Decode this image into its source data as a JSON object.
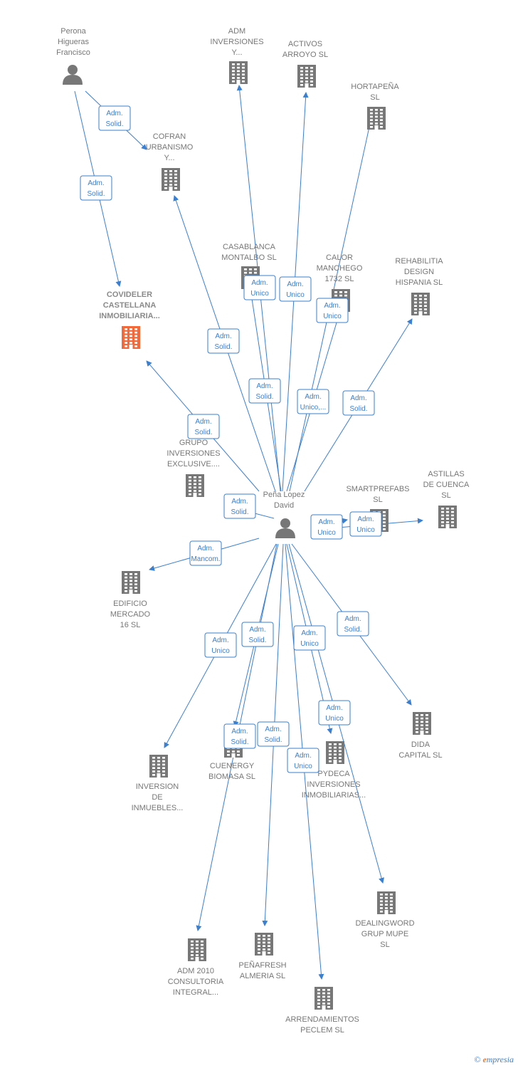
{
  "colors": {
    "edge": "#3a7fd0",
    "building": "#777777",
    "building_focus": "#f26a3c",
    "person": "#777777"
  },
  "nodes": [
    {
      "id": "perona",
      "kind": "person",
      "label": [
        "Perona",
        "Higueras",
        "Francisco"
      ]
    },
    {
      "id": "pena",
      "kind": "person",
      "label": [
        "Peña Lopez",
        "David"
      ]
    },
    {
      "id": "covideler",
      "kind": "company",
      "focus": true,
      "label": [
        "COVIDELER",
        "CASTELLANA",
        "INMOBILIARIA..."
      ]
    },
    {
      "id": "adm_inv",
      "kind": "company",
      "label": [
        "ADM",
        "INVERSIONES",
        "Y..."
      ]
    },
    {
      "id": "activos",
      "kind": "company",
      "label": [
        "ACTIVOS",
        "ARROYO  SL"
      ]
    },
    {
      "id": "hortapena",
      "kind": "company",
      "label": [
        "HORTAPEÑA",
        "SL"
      ]
    },
    {
      "id": "cofran",
      "kind": "company",
      "label": [
        "COFRAN",
        "URBANISMO",
        "Y..."
      ]
    },
    {
      "id": "casablanca",
      "kind": "company",
      "label": [
        "CASABLANCA",
        "MONTALBO  SL"
      ]
    },
    {
      "id": "calor",
      "kind": "company",
      "label": [
        "CALOR",
        "MANCHEGO",
        "1732  SL"
      ]
    },
    {
      "id": "rehab",
      "kind": "company",
      "label": [
        "REHABILITIA",
        "DESIGN",
        "HISPANIA  SL"
      ]
    },
    {
      "id": "grupo",
      "kind": "company",
      "label": [
        "GRUPO",
        "INVERSIONES",
        "EXCLUSIVE...."
      ]
    },
    {
      "id": "smart",
      "kind": "company",
      "label": [
        "SMARTPREFABS",
        "SL"
      ]
    },
    {
      "id": "astillas",
      "kind": "company",
      "label": [
        "ASTILLAS",
        "DE CUENCA",
        "SL"
      ]
    },
    {
      "id": "edificio",
      "kind": "company",
      "label": [
        "EDIFICIO",
        "MERCADO",
        "16  SL"
      ]
    },
    {
      "id": "dida",
      "kind": "company",
      "label": [
        "DIDA",
        "CAPITAL  SL"
      ]
    },
    {
      "id": "inversion",
      "kind": "company",
      "label": [
        "INVERSION",
        "DE",
        "INMUEBLES..."
      ]
    },
    {
      "id": "cuenergy",
      "kind": "company",
      "label": [
        "CUENERGY",
        "BIOMASA  SL"
      ]
    },
    {
      "id": "pydeca",
      "kind": "company",
      "label": [
        "PYDECA",
        "INVERSIONES",
        "INMOBILIARIAS..."
      ]
    },
    {
      "id": "dealing",
      "kind": "company",
      "label": [
        "DEALINGWORD",
        "GRUP MUPE",
        "SL"
      ]
    },
    {
      "id": "adm2010",
      "kind": "company",
      "label": [
        "ADM 2010",
        "CONSULTORIA",
        "INTEGRAL..."
      ]
    },
    {
      "id": "penafresh",
      "kind": "company",
      "label": [
        "PEÑAFRESH",
        "ALMERIA  SL"
      ]
    },
    {
      "id": "arrend",
      "kind": "company",
      "label": [
        "ARRENDAMIENTOS",
        "PECLEM  SL"
      ]
    }
  ],
  "edges": [
    {
      "from": "perona",
      "to": "cofran",
      "label": [
        "Adm.",
        "Solid."
      ]
    },
    {
      "from": "perona",
      "to": "covideler",
      "label": [
        "Adm.",
        "Solid."
      ]
    },
    {
      "from": "pena",
      "to": "casablanca",
      "label": [
        "Adm.",
        "Unico"
      ]
    },
    {
      "from": "pena",
      "to": "activos",
      "label": [
        "Adm.",
        "Unico"
      ]
    },
    {
      "from": "pena",
      "to": "calor",
      "label": [
        "Adm.",
        "Unico"
      ]
    },
    {
      "from": "pena",
      "to": "cofran",
      "label": [
        "Adm.",
        "Solid."
      ]
    },
    {
      "from": "pena",
      "to": "adm_inv",
      "label": [
        "Adm.",
        "Solid."
      ]
    },
    {
      "from": "pena",
      "to": "hortapena",
      "label": [
        "Adm.",
        "Unico,..."
      ]
    },
    {
      "from": "pena",
      "to": "rehab",
      "label": [
        "Adm.",
        "Solid."
      ]
    },
    {
      "from": "pena",
      "to": "covideler",
      "label": [
        "Adm.",
        "Solid."
      ]
    },
    {
      "from": "pena",
      "to": "grupo",
      "label": [
        "Adm.",
        "Solid."
      ]
    },
    {
      "from": "pena",
      "to": "smart",
      "label": [
        "Adm.",
        "Unico"
      ]
    },
    {
      "from": "pena",
      "to": "astillas",
      "label": [
        "Adm.",
        "Unico"
      ]
    },
    {
      "from": "pena",
      "to": "edificio",
      "label": [
        "Adm.",
        "Mancom."
      ]
    },
    {
      "from": "pena",
      "to": "dida",
      "label": [
        "Adm.",
        "Solid."
      ]
    },
    {
      "from": "pena",
      "to": "inversion",
      "label": [
        "Adm.",
        "Unico"
      ]
    },
    {
      "from": "pena",
      "to": "cuenergy",
      "label": [
        "Adm.",
        "Solid."
      ]
    },
    {
      "from": "pena",
      "to": "pydeca",
      "label": [
        "Adm.",
        "Unico"
      ]
    },
    {
      "from": "pena",
      "to": "dealing",
      "label": [
        "Adm.",
        "Unico"
      ]
    },
    {
      "from": "pena",
      "to": "adm2010",
      "label": [
        "Adm.",
        "Solid."
      ]
    },
    {
      "from": "pena",
      "to": "penafresh",
      "label": [
        "Adm.",
        "Solid."
      ]
    },
    {
      "from": "pena",
      "to": "arrend",
      "label": [
        "Adm.",
        "Unico"
      ]
    }
  ],
  "brand": {
    "copyright": "©",
    "e": "e",
    "rest": "mpresia"
  }
}
